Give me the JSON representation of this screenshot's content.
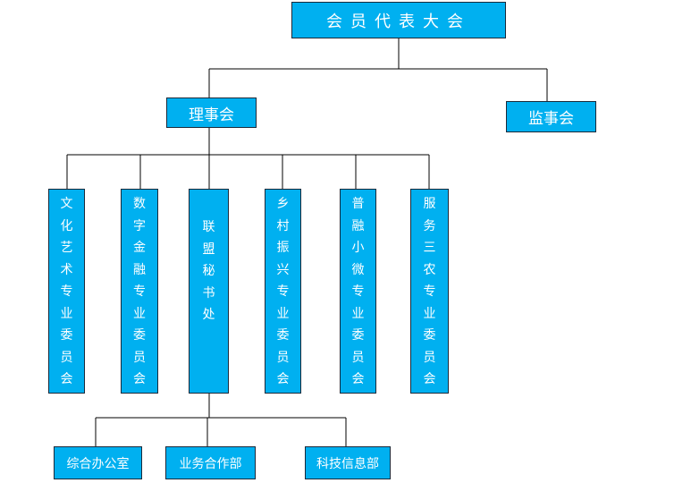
{
  "top": {
    "label": "会员代表大会"
  },
  "board": {
    "label": "理事会"
  },
  "supervisory": {
    "label": "监事会"
  },
  "committees": [
    {
      "label": "文化艺术专业委员会"
    },
    {
      "label": "数字金融专业委员会"
    },
    {
      "label": "联盟秘书处"
    },
    {
      "label": "乡村振兴专业委员会"
    },
    {
      "label": "普融小微专业委员会"
    },
    {
      "label": "服务三农专业委员会"
    }
  ],
  "departments": [
    {
      "label": "综合办公室"
    },
    {
      "label": "业务合作部"
    },
    {
      "label": "科技信息部"
    }
  ],
  "colors": {
    "box_fill": "#00b0f0",
    "box_border": "#1a2a3a",
    "text": "#ffffff",
    "connector": "#000000"
  }
}
